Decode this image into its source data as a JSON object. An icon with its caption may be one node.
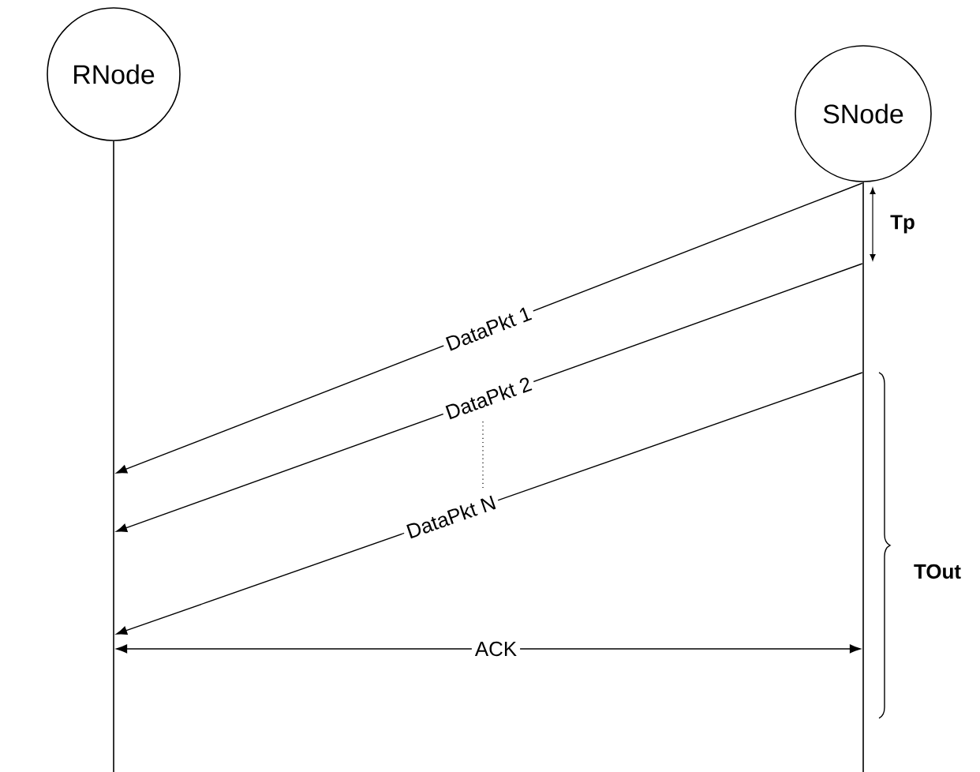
{
  "diagram": {
    "nodes": [
      {
        "text": [
          "RNode"
        ]
      },
      {
        "text": [
          "SNode"
        ]
      },
      {
        "text": [],
        "shape": "line"
      },
      {
        "text": [],
        "shape": "line"
      }
    ],
    "edges": [
      {
        "from": 3,
        "to": 2,
        "arrow": "to",
        "label": "DataPkt 1"
      },
      {
        "from": 3,
        "to": 2,
        "arrow": "to",
        "label": "DataPkt 2"
      },
      {
        "from": 3,
        "to": 2,
        "arrow": "to",
        "label": "DataPkt N"
      },
      {
        "from": 2,
        "to": 3,
        "arrow": "both",
        "label": "ACK"
      }
    ],
    "labels": [
      "Tp",
      "TOut"
    ]
  }
}
